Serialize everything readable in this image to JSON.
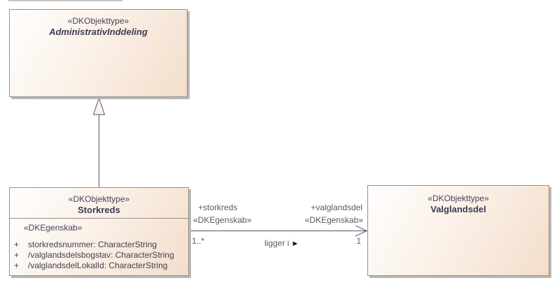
{
  "diagram": {
    "classes": {
      "administrativ_inddeling": {
        "stereotype": "«DKObjekttype»",
        "name": "AdministrativInddeling"
      },
      "storkreds": {
        "stereotype": "«DKObjekttype»",
        "name": "Storkreds",
        "attr_stereotype": "«DKEgenskab»",
        "attributes": [
          {
            "vis": "+",
            "text": "storkredsnummer: CharacterString"
          },
          {
            "vis": "+",
            "text": "/valglandsdelsbogstav: CharacterString"
          },
          {
            "vis": "+",
            "text": "/valglandsdelLokalId: CharacterString"
          }
        ]
      },
      "valglandsdel": {
        "stereotype": "«DKObjekttype»",
        "name": "Valglandsdel"
      }
    },
    "association": {
      "source_role": "+storkreds",
      "source_stereotype": "«DKEgenskab»",
      "source_multiplicity": "1..*",
      "target_role": "+valglandsdel",
      "target_stereotype": "«DKEgenskab»",
      "target_multiplicity": "1",
      "name": "ligger i",
      "direction_icon": "►"
    },
    "colors": {
      "box_border": "#96908a",
      "box_fill_light": "#fffefe",
      "box_fill_dark": "#f3decb",
      "shadow": "#bab8b6",
      "line": "#55546d",
      "text": "#403f55"
    }
  }
}
